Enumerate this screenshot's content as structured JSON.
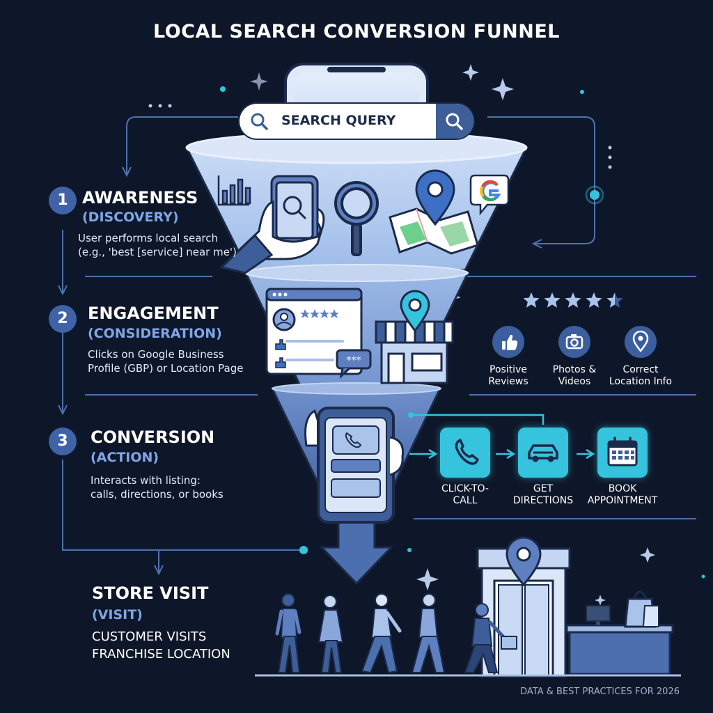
{
  "title": "LOCAL SEARCH CONVERSION FUNNEL",
  "search": {
    "query": "SEARCH QUERY"
  },
  "steps": [
    {
      "number": "1",
      "title": "AWARENESS",
      "subtitle": "(DISCOVERY)",
      "description": [
        "User performs local search",
        "(e.g., 'best [service] near me')"
      ]
    },
    {
      "number": "2",
      "title": "ENGAGEMENT",
      "subtitle": "(CONSIDERATION)",
      "description": [
        "Clicks on Google Business",
        "Profile (GBP) or Location Page"
      ]
    },
    {
      "number": "3",
      "title": "CONVERSION",
      "subtitle": "(ACTION)",
      "description": [
        "Interacts with listing:",
        "calls, directions, or books"
      ]
    }
  ],
  "visit": {
    "title": "STORE VISIT",
    "subtitle": "(VISIT)",
    "description": [
      "CUSTOMER VISITS",
      "FRANCHISE LOCATION"
    ]
  },
  "engagement_features": [
    {
      "icon": "thumbs-up-icon",
      "label": [
        "Positive",
        "Reviews"
      ]
    },
    {
      "icon": "camera-icon",
      "label": [
        "Photos &",
        "Videos"
      ]
    },
    {
      "icon": "location-pin-icon",
      "label": [
        "Correct",
        "Location Info"
      ]
    }
  ],
  "rating": {
    "stars": 4.5,
    "max": 5
  },
  "actions": [
    {
      "icon": "phone-icon",
      "label": [
        "CLICK-TO-",
        "CALL"
      ]
    },
    {
      "icon": "car-icon",
      "label": [
        "GET",
        "DIRECTIONS"
      ]
    },
    {
      "icon": "calendar-icon",
      "label": [
        "BOOK",
        "APPOINTMENT"
      ]
    }
  ],
  "footer": "DATA & BEST PRACTICES FOR 2026",
  "colors": {
    "background": "#0e1729",
    "accent_cyan": "#35c3dd",
    "funnel_light": "#b9cff0",
    "funnel_mid": "#7f9fd6",
    "badge_blue": "#3f63a6",
    "subtitle_blue": "#7fa6e6"
  }
}
